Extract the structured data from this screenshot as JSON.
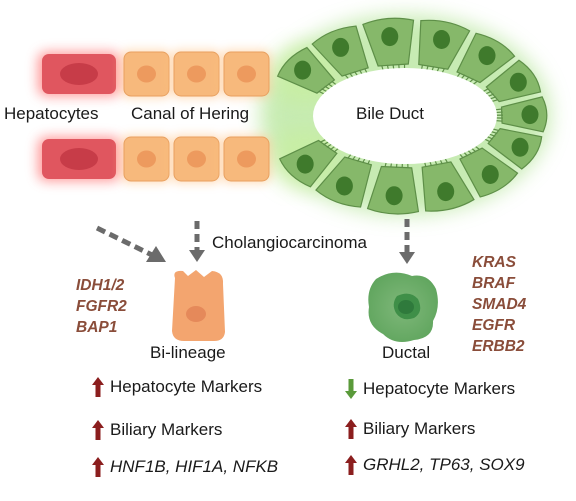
{
  "labels": {
    "hepatocytes": "Hepatocytes",
    "canal_of_hering": "Canal of Hering",
    "bile_duct": "Bile Duct",
    "cholangiocarcinoma": "Cholangiocarcinoma",
    "bilineage": "Bi-lineage",
    "ductal": "Ductal"
  },
  "bilineage_genes": [
    "IDH1/2",
    "FGFR2",
    "BAP1"
  ],
  "ductal_genes": [
    "KRAS",
    "BRAF",
    "SMAD4",
    "EGFR",
    "ERBB2"
  ],
  "bilineage_markers": [
    {
      "text": "Hepatocyte Markers",
      "direction": "up",
      "italic": false
    },
    {
      "text": "Biliary Markers",
      "direction": "up",
      "italic": false
    },
    {
      "text": "HNF1B, HIF1A, NFKB",
      "direction": "up",
      "italic": true
    }
  ],
  "ductal_markers": [
    {
      "text": "Hepatocyte Markers",
      "direction": "down",
      "italic": false
    },
    {
      "text": "Biliary Markers",
      "direction": "up",
      "italic": false
    },
    {
      "text": "GRHL2, TP63, SOX9",
      "direction": "up",
      "italic": true
    }
  ],
  "colors": {
    "hepatocyte": "#e0565f",
    "hering": "#f7b97c",
    "bile_duct_cell": "#86b86a",
    "nucleus_green": "#3f7a2c",
    "gene_text": "#8a4d3a",
    "arrow_up": "#8b1e1e",
    "arrow_down": "#5a9a3a"
  }
}
